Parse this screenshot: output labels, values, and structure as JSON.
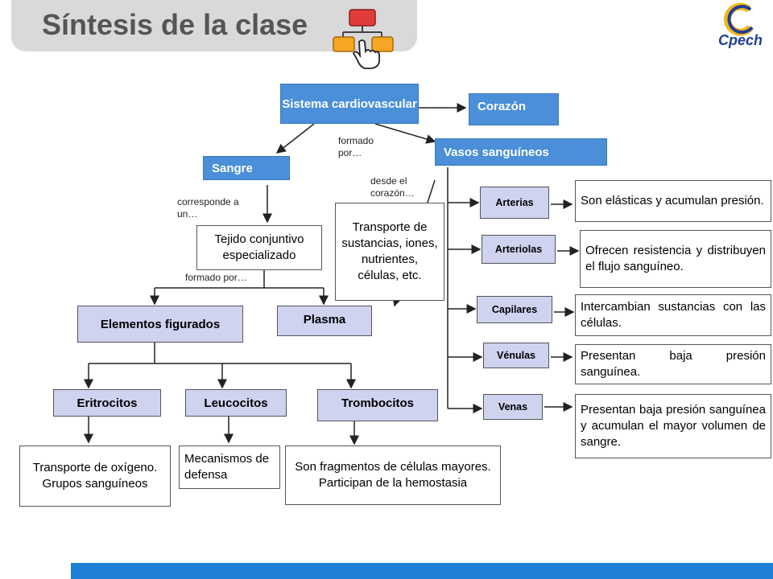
{
  "title": "Síntesis de la clase",
  "logo": "Cpech",
  "colors": {
    "box_blue": "#4a8fd8",
    "box_lavender": "#cfd3f0",
    "footer_bar": "#1d7fd6"
  },
  "nodes": {
    "sistema": "Sistema cardiovascular",
    "corazon": "Corazón",
    "vasos": "Vasos sanguíneos",
    "sangre": "Sangre",
    "tejido": "Tejido conjuntivo especializado",
    "transporte_sust": "Transporte de sustancias, iones, nutrientes, células, etc.",
    "elementos": "Elementos figurados",
    "plasma": "Plasma",
    "eritrocitos": "Eritrocitos",
    "leucocitos": "Leucocitos",
    "trombocitos": "Trombocitos",
    "eritro_desc": "Transporte de oxígeno. Grupos sanguíneos",
    "leuco_desc": "Mecanismos de defensa",
    "trombo_desc": "Son fragmentos de células mayores. Participan de la hemostasia"
  },
  "labels": {
    "formado_por_1": "formado por…",
    "desde_corazon": "desde el corazón…",
    "corresponde": "corresponde a un…",
    "formado_por_2": "formado por…"
  },
  "vessels": [
    {
      "name": "Arterias",
      "desc": "Son elásticas y acumulan presión."
    },
    {
      "name": "Arteriolas",
      "desc": "Ofrecen resistencia y distribuyen el flujo sanguíneo."
    },
    {
      "name": "Capilares",
      "desc": "Intercambian sustancias con las células."
    },
    {
      "name": "Vénulas",
      "desc": "Presentan baja presión sanguínea."
    },
    {
      "name": "Venas",
      "desc": "Presentan baja presión sanguínea y acumulan el mayor volumen de sangre."
    }
  ]
}
